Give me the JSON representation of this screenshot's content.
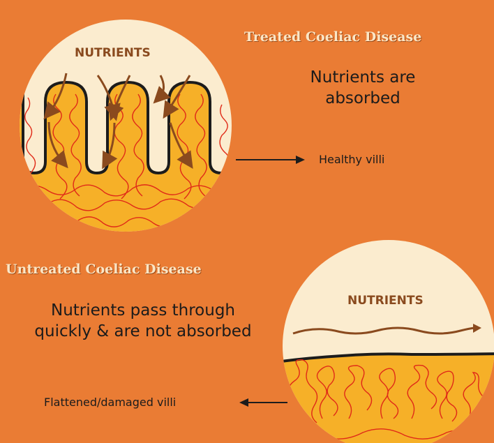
{
  "treated": {
    "title": "Treated Coeliac Disease",
    "description": "Nutrients are absorbed",
    "circle_label": "NUTRIENTS",
    "villi_label": "Healthy villi"
  },
  "untreated": {
    "title": "Untreated Coeliac Disease",
    "description": "Nutrients pass through quickly & are not absorbed",
    "circle_label": "NUTRIENTS",
    "villi_label": "Flattened/damaged villi"
  },
  "colors": {
    "background": "#ea7c34",
    "circle_fill": "#fbeccf",
    "tissue_fill": "#f6b028",
    "vessel_line": "#e02a18",
    "arrow_brown": "#8a4a1e",
    "title_text": "#fbe6c6"
  }
}
